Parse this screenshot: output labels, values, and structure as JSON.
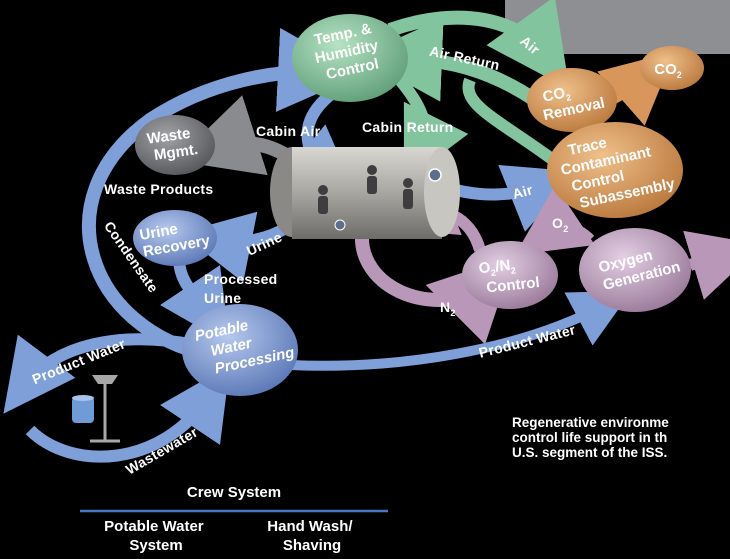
{
  "nodes": {
    "temp_humidity": [
      "Temp. &",
      "Humidity",
      "Control"
    ],
    "co2_removal": [
      "CO",
      "2",
      "Removal"
    ],
    "co2": [
      "CO",
      "2"
    ],
    "trace_contaminant": [
      "Trace",
      "Contaminant",
      "Control",
      "Subassembly"
    ],
    "waste_mgmt": [
      "Waste",
      "Mgmt."
    ],
    "urine_recovery": [
      "Urine",
      "Recovery"
    ],
    "o2n2_control": [
      "O",
      "2",
      "/N",
      "2",
      "Control"
    ],
    "oxygen_generation": [
      "Oxygen",
      "Generation"
    ],
    "potable_water_processing": [
      "Potable",
      "Water",
      "Processing"
    ]
  },
  "flows": {
    "air": "Air",
    "air_return": "Air Return",
    "cabin_air": "Cabin Air",
    "cabin_return": "Cabin Return",
    "air_tcs": "Air",
    "waste_products": "Waste Products",
    "urine": "Urine",
    "processed_urine": [
      "Processed",
      "Urine"
    ],
    "condensate": "Condensate",
    "product_water_left": "Product Water",
    "product_water_right": "Product Water",
    "wastewater": "Wastewater",
    "o2": [
      "O",
      "2"
    ],
    "n2": [
      "N",
      "2"
    ]
  },
  "caption": [
    "Regenerative environme",
    "control life support in th",
    "U.S. segment of the ISS."
  ],
  "legend": {
    "crew_system": "Crew System",
    "potable_water_system": [
      "Potable Water",
      "System"
    ],
    "hand_wash": [
      "Hand Wash/",
      "Shaving"
    ]
  },
  "colors": {
    "background": "#000000",
    "green_node": "#8ec9a4",
    "orange_node": "#e2a15f",
    "gray_node": "#7b7c80",
    "blue_node": "#8aa7de",
    "purple_node": "#c9a9c9",
    "blue_arrow": "#7f9fd9",
    "green_arrow": "#82c49e",
    "purple_arrow": "#b897b8",
    "legend_line": "#4b78c6"
  }
}
